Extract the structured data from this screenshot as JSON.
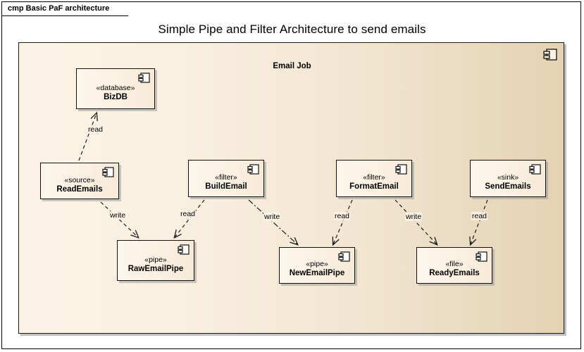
{
  "frame": {
    "tab_label": "cmp Basic PaF architecture",
    "title": "Simple Pipe and Filter Architecture to send emails"
  },
  "container": {
    "label": "Email Job",
    "icon": "component-icon",
    "fill_start": "#fcf3e6",
    "fill_end": "#e4d2b4",
    "border_color": "#1a1a1a"
  },
  "components": [
    {
      "id": "bizdb",
      "stereotype": "«database»",
      "name": "BizDB",
      "icon": "component-icon"
    },
    {
      "id": "readEmails",
      "stereotype": "«source»",
      "name": "ReadEmails",
      "icon": "component-icon"
    },
    {
      "id": "buildEmail",
      "stereotype": "«filter»",
      "name": "BuildEmail",
      "icon": "component-icon"
    },
    {
      "id": "formatEmail",
      "stereotype": "«filter»",
      "name": "FormatEmail",
      "icon": "component-icon"
    },
    {
      "id": "sendEmails",
      "stereotype": "«sink»",
      "name": "SendEmails",
      "icon": "component-icon"
    },
    {
      "id": "rawEmailPipe",
      "stereotype": "«pipe»",
      "name": "RawEmailPipe",
      "icon": "component-icon"
    },
    {
      "id": "newEmailPipe",
      "stereotype": "«pipe»",
      "name": "NewEmailPipe",
      "icon": "component-icon"
    },
    {
      "id": "readyEmails",
      "stereotype": "«file»",
      "name": "ReadyEmails",
      "icon": "component-icon"
    }
  ],
  "connectors": [
    {
      "id": "readEmails-read-bizdb",
      "label": "read",
      "from": "ReadEmails",
      "to": "BizDB",
      "style": "dashed"
    },
    {
      "id": "readEmails-write-rawpipe",
      "label": "write",
      "from": "ReadEmails",
      "to": "RawEmailPipe",
      "style": "dashed"
    },
    {
      "id": "buildEmail-read-rawpipe",
      "label": "read",
      "from": "BuildEmail",
      "to": "RawEmailPipe",
      "style": "dashed"
    },
    {
      "id": "buildEmail-write-newpipe",
      "label": "write",
      "from": "BuildEmail",
      "to": "NewEmailPipe",
      "style": "dashdot"
    },
    {
      "id": "formatEmail-read-newpipe",
      "label": "read",
      "from": "FormatEmail",
      "to": "NewEmailPipe",
      "style": "dashed"
    },
    {
      "id": "formatEmail-write-readyemails",
      "label": "write",
      "from": "FormatEmail",
      "to": "ReadyEmails",
      "style": "dashed"
    },
    {
      "id": "sendEmails-read-readyemails",
      "label": "read",
      "from": "SendEmails",
      "to": "ReadyEmails",
      "style": "dashed"
    }
  ],
  "colors": {
    "line": "#1a1a1a",
    "component_fill": "#fbf1e2",
    "page_background": "#ffffff"
  }
}
